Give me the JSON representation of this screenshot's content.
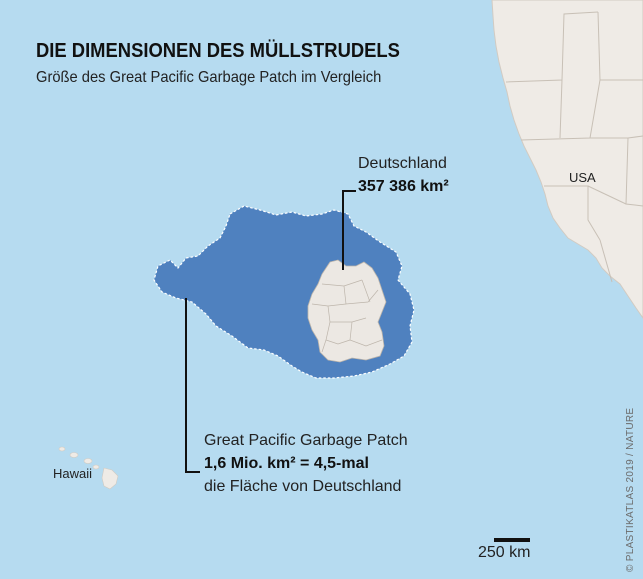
{
  "title": "DIE DIMENSIONEN DES MÜLLSTRUDELS",
  "subtitle": "Größe des Great Pacific Garbage Patch im Vergleich",
  "germany": {
    "name": "Deutschland",
    "area": "357 386 km²"
  },
  "garbage_patch": {
    "name": "Great Pacific Garbage Patch",
    "area_comparison": "1,6 Mio. km² = 4,5-mal",
    "comparison_suffix": "die Fläche von Deutschland"
  },
  "labels": {
    "usa": "USA",
    "hawaii": "Hawaii"
  },
  "scale_bar": {
    "label": "250 km"
  },
  "credit": "© PLASTIKATLAS 2019 / NATURE",
  "colors": {
    "ocean": "#b6dbf0",
    "land": "#efebe6",
    "patch": "#4f81bf",
    "germany": "#ece8e3"
  }
}
